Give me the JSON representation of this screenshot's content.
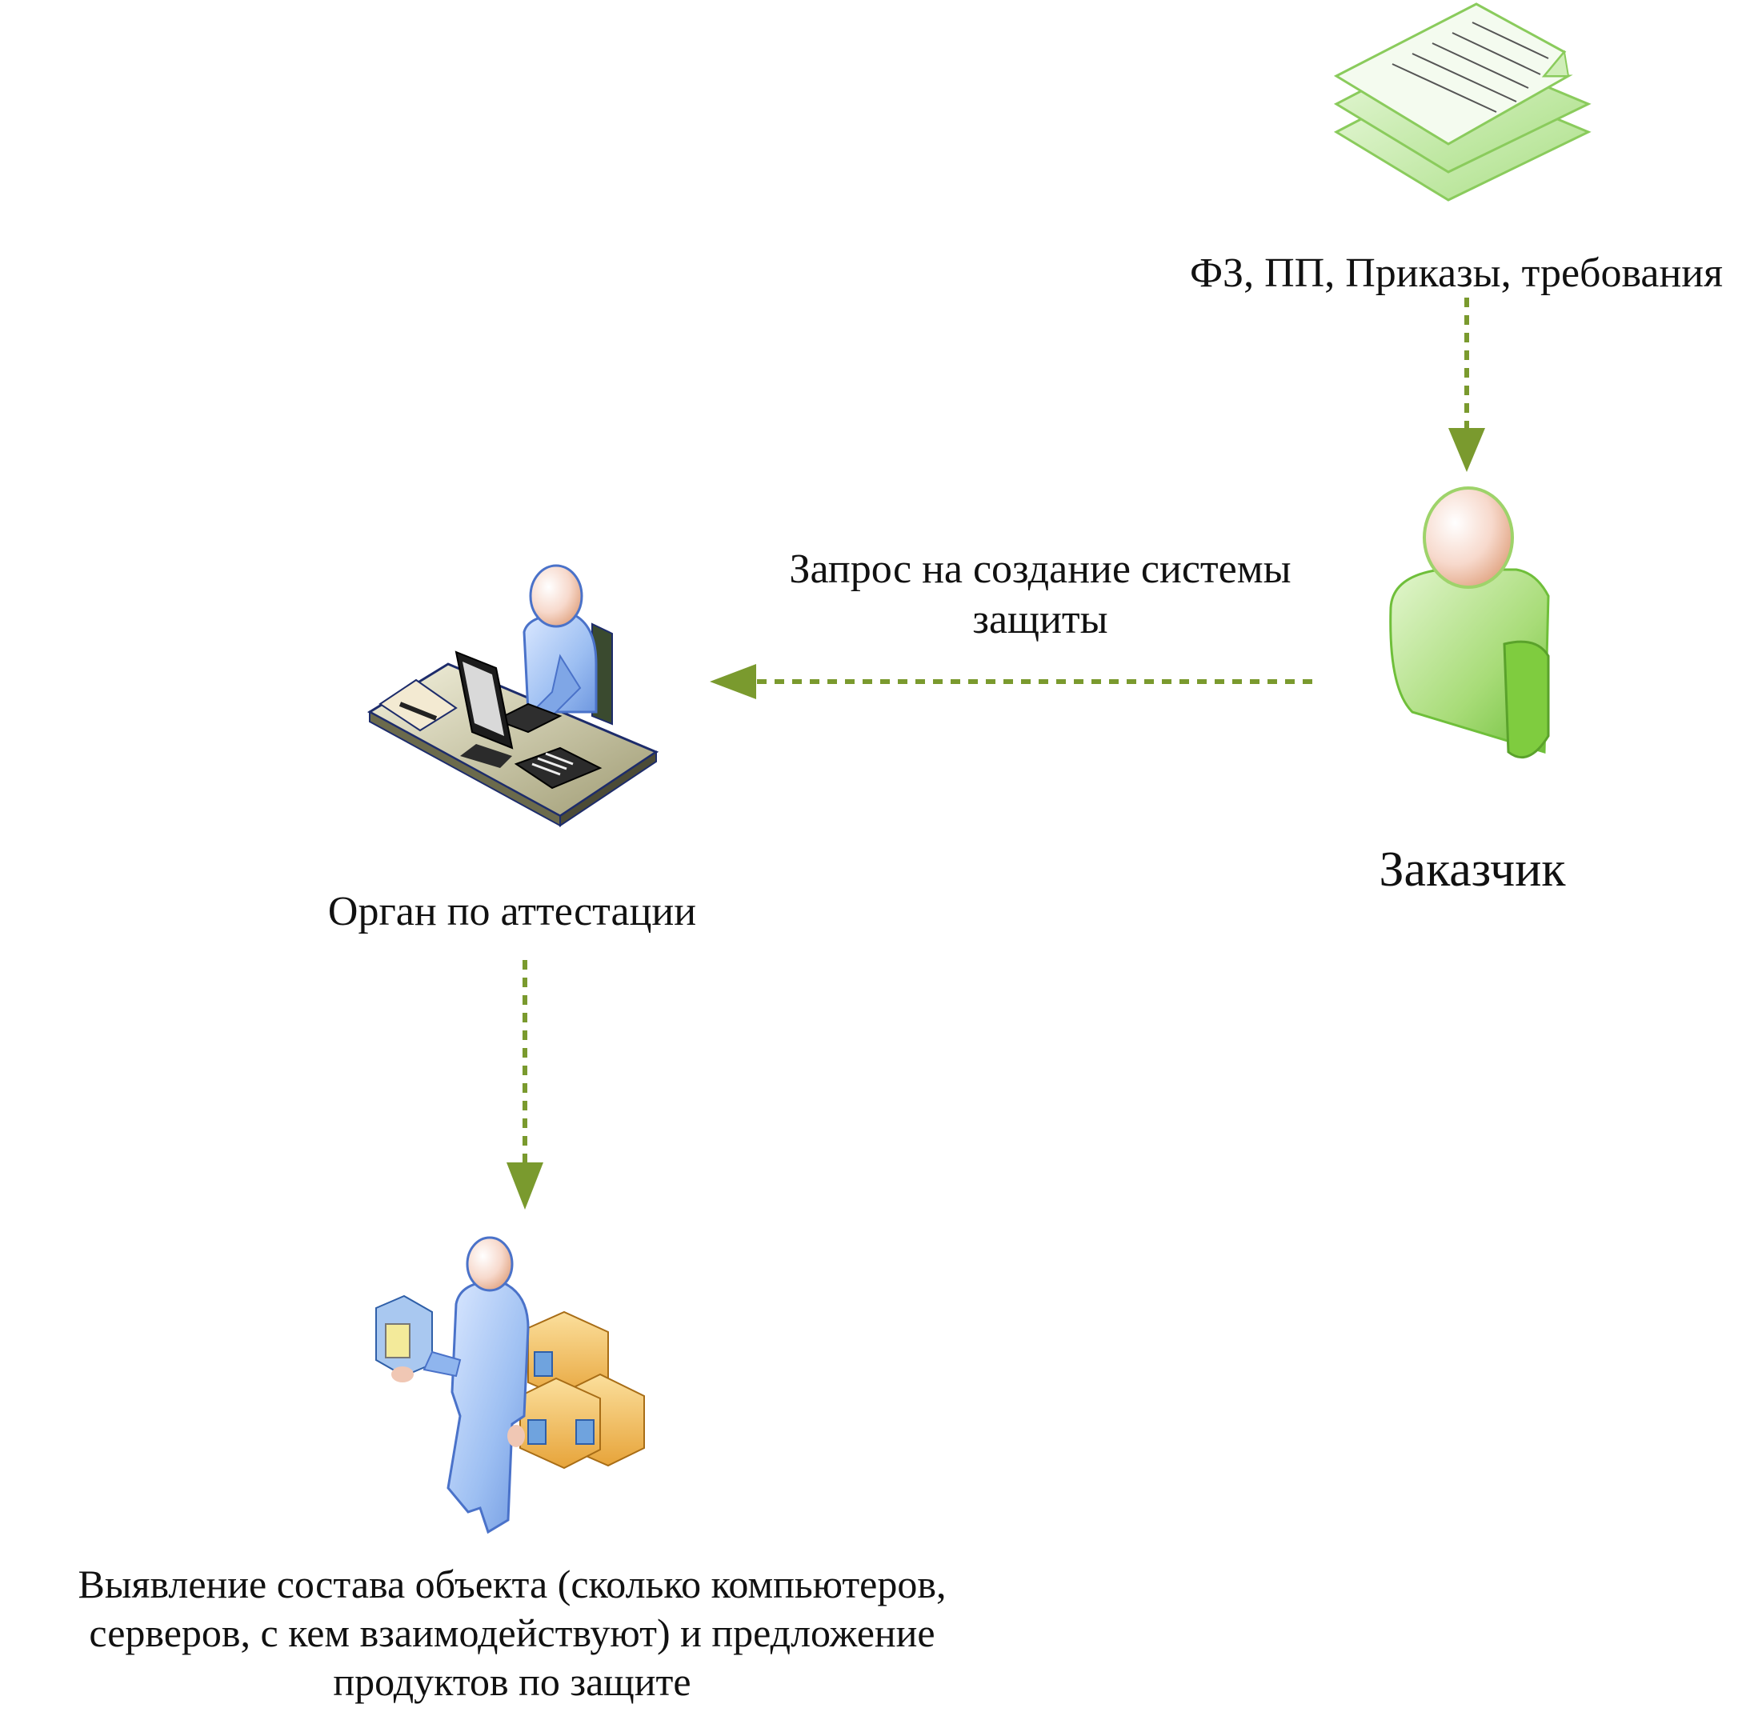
{
  "colors": {
    "arrow": "#7a9a2e",
    "customer_green": "#9ed36a",
    "person_blue": "#8fb5ee",
    "box_orange": "#f0b040",
    "docs_green": "#b8e59a"
  },
  "nodes": {
    "documents": {
      "label": "ФЗ, ПП, Приказы, требования",
      "icon": "document-stack-icon"
    },
    "customer": {
      "label": "Заказчик",
      "icon": "user-green-icon"
    },
    "certification_body": {
      "label": "Орган по аттестации",
      "icon": "person-at-desk-icon"
    },
    "object_survey": {
      "label": "Выявление состава объекта (сколько компьютеров, серверов, с кем взаимодействуют) и предложение продуктов по защите",
      "icon": "person-with-boxes-icon"
    }
  },
  "edges": {
    "request": {
      "label": "Запрос на создание системы защиты"
    }
  }
}
